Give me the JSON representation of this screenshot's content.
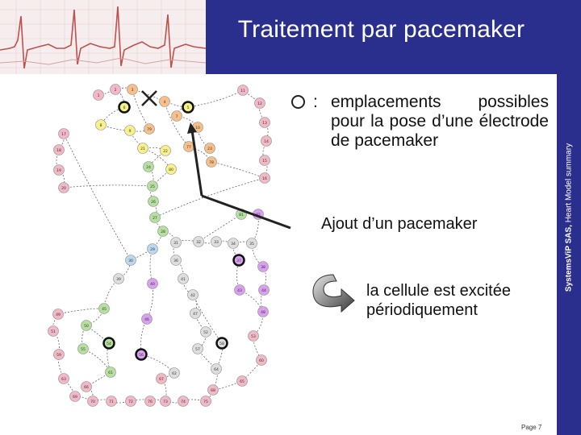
{
  "slide": {
    "title": "Traitement par pacemaker",
    "sidebar_brand": "SystemsViP SAS,",
    "sidebar_caption": " Heart Model summary",
    "legend_colon": ":",
    "legend_text": "emplacements possibles pour la pose d’une électrode de pacemaker",
    "pacemaker_label": "Ajout d’un pacemaker",
    "excite_text": "la cellule est excitée périodiquement",
    "page_number": "Page 7"
  },
  "colors": {
    "header_blue": "#2a2f8e",
    "ecg_line": "#c0504d",
    "node_pink": "#f2b8c6",
    "node_yellow": "#f7f18a",
    "node_green": "#b6e0a0",
    "node_violet": "#d8a0ef",
    "node_blue": "#bcd8ef",
    "node_gray": "#dedede",
    "node_orange": "#f7c08a"
  },
  "icons": [
    "ecg-trace-background",
    "cross-mark-icon",
    "curved-arrow-icon",
    "electrode-location-circle"
  ],
  "diagram": {
    "name": "heart-conduction-graph",
    "node_labels": [
      "1",
      "2",
      "3",
      "4",
      "5",
      "6",
      "7",
      "8",
      "9",
      "10",
      "11",
      "12",
      "13",
      "14",
      "15",
      "16",
      "17",
      "18",
      "19",
      "20",
      "21",
      "22",
      "23",
      "24",
      "25",
      "26",
      "27",
      "28",
      "29",
      "30",
      "31",
      "32",
      "33",
      "34",
      "35",
      "36",
      "37",
      "38",
      "39",
      "40",
      "41",
      "42",
      "43",
      "44",
      "45",
      "46",
      "47",
      "48",
      "49",
      "50",
      "51",
      "52",
      "53",
      "54",
      "55",
      "56",
      "57",
      "58",
      "59",
      "60",
      "61",
      "62",
      "63",
      "64",
      "65",
      "66",
      "67",
      "68",
      "69",
      "70",
      "71",
      "72",
      "73",
      "74",
      "75",
      "76",
      "77",
      "78",
      "79",
      "80",
      "81",
      "82"
    ]
  }
}
